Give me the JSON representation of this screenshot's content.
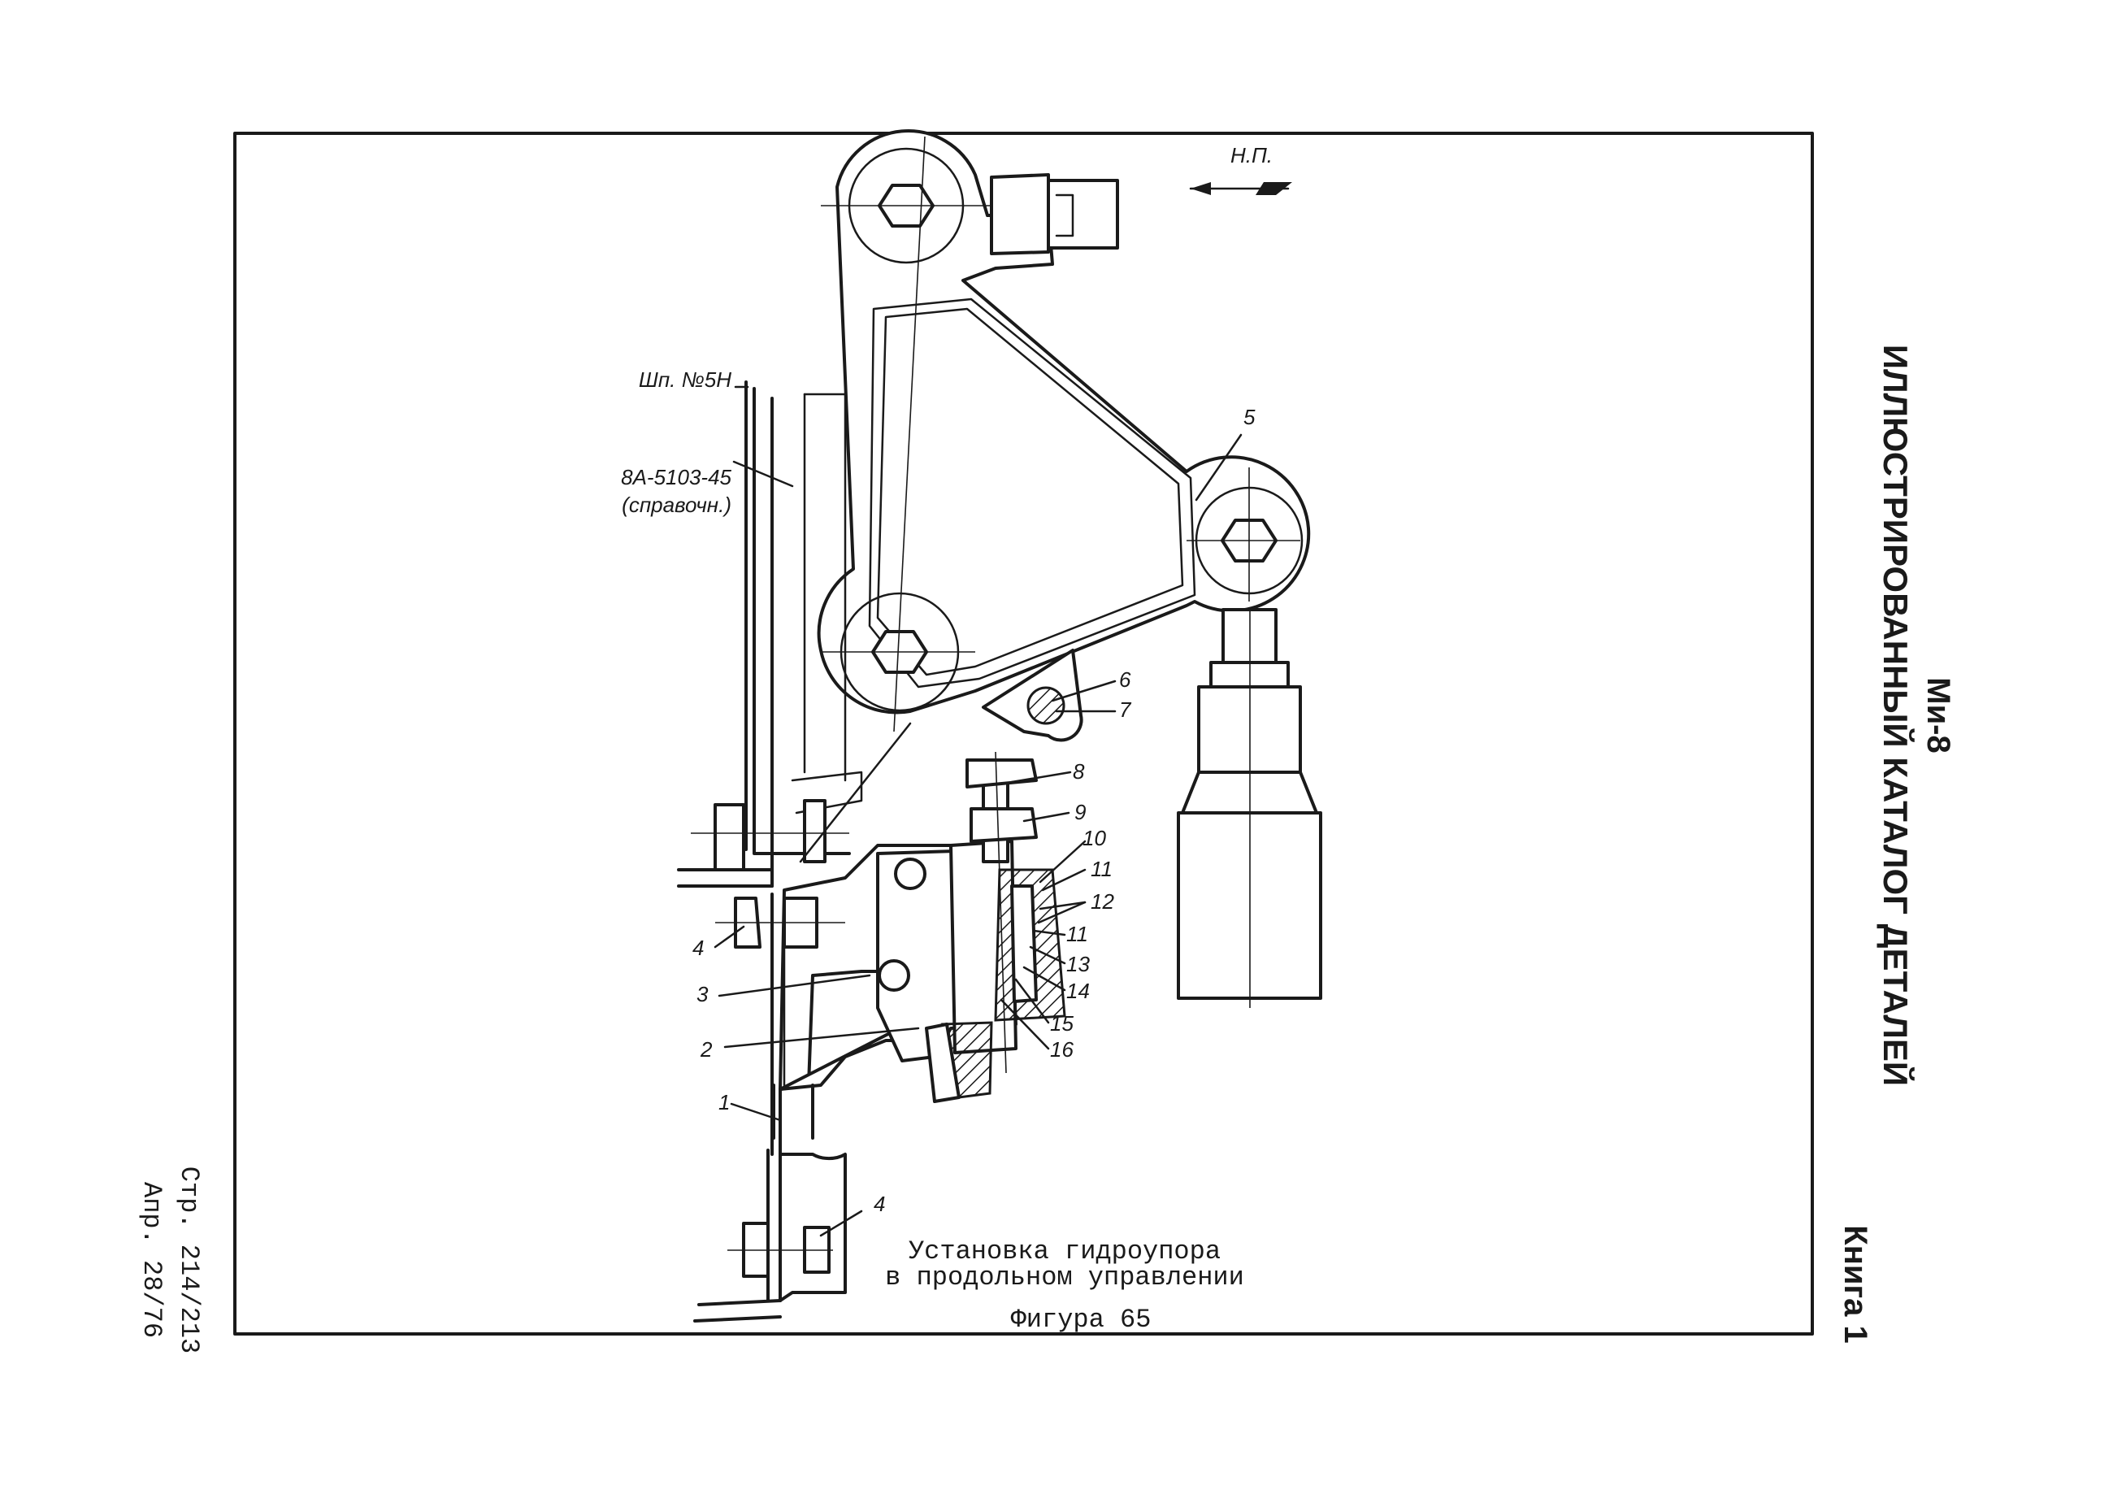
{
  "header": {
    "model": "Ми-8",
    "catalog_title": "ИЛЛЮСТРИРОВАННЫЙ КАТАЛОГ ДЕТАЛЕЙ",
    "book": "Книга 1"
  },
  "footer": {
    "page": "Стр. 214/213",
    "date": "Апр. 28/76"
  },
  "caption": {
    "line1": "Установка гидроупора",
    "line2": "в продольном управлении",
    "figure": "Фигура 65"
  },
  "direction_label": "Н.П.",
  "references": {
    "frame": "Шп. №5Н",
    "part_number": "8А-5103-45",
    "note": "(справочн.)"
  },
  "callouts": [
    "1",
    "2",
    "3",
    "4",
    "4",
    "5",
    "6",
    "7",
    "8",
    "9",
    "10",
    "11",
    "12",
    "11",
    "13",
    "14",
    "15",
    "16"
  ]
}
